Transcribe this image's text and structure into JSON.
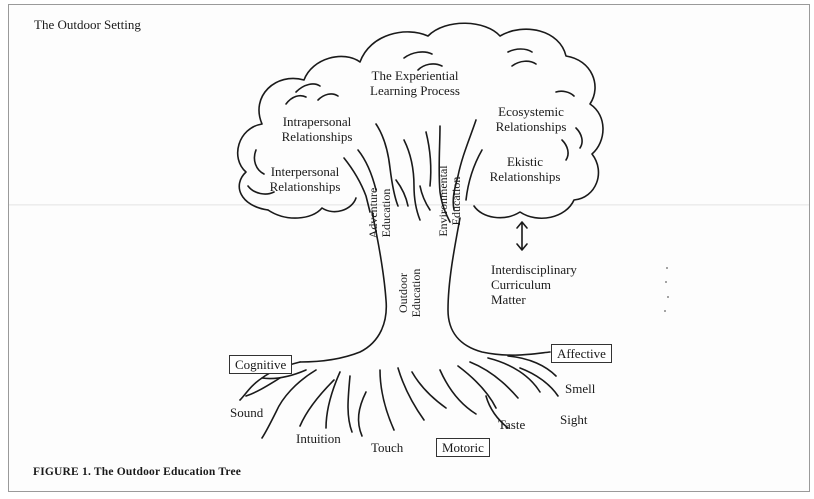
{
  "figure": {
    "setting_title": "The Outdoor Setting",
    "caption": "FIGURE 1. The Outdoor Education Tree"
  },
  "canopy": {
    "process": [
      "The Experiential",
      "Learning Process"
    ],
    "intrapersonal": [
      "Intrapersonal",
      "Relationships"
    ],
    "interpersonal": [
      "Interpersonal",
      "Relationships"
    ],
    "ecosystemic": [
      "Ecosystemic",
      "Relationships"
    ],
    "ekistic": [
      "Ekistic",
      "Relationships"
    ]
  },
  "branches": {
    "adventure": [
      "Adventure",
      "Education"
    ],
    "environmental": [
      "Environmental",
      "Education"
    ]
  },
  "trunk": [
    "Outdoor",
    "Education"
  ],
  "side_note": [
    "Interdisciplinary",
    "Curriculum",
    "Matter"
  ],
  "domains": {
    "cognitive": "Cognitive",
    "affective": "Affective",
    "motoric": "Motoric"
  },
  "senses": {
    "sound": "Sound",
    "intuition": "Intuition",
    "touch": "Touch",
    "taste": "Taste",
    "sight": "Sight",
    "smell": "Smell"
  },
  "colors": {
    "ink": "#1a1a1a",
    "paper": "#ffffff",
    "border": "#9a9a9a"
  }
}
